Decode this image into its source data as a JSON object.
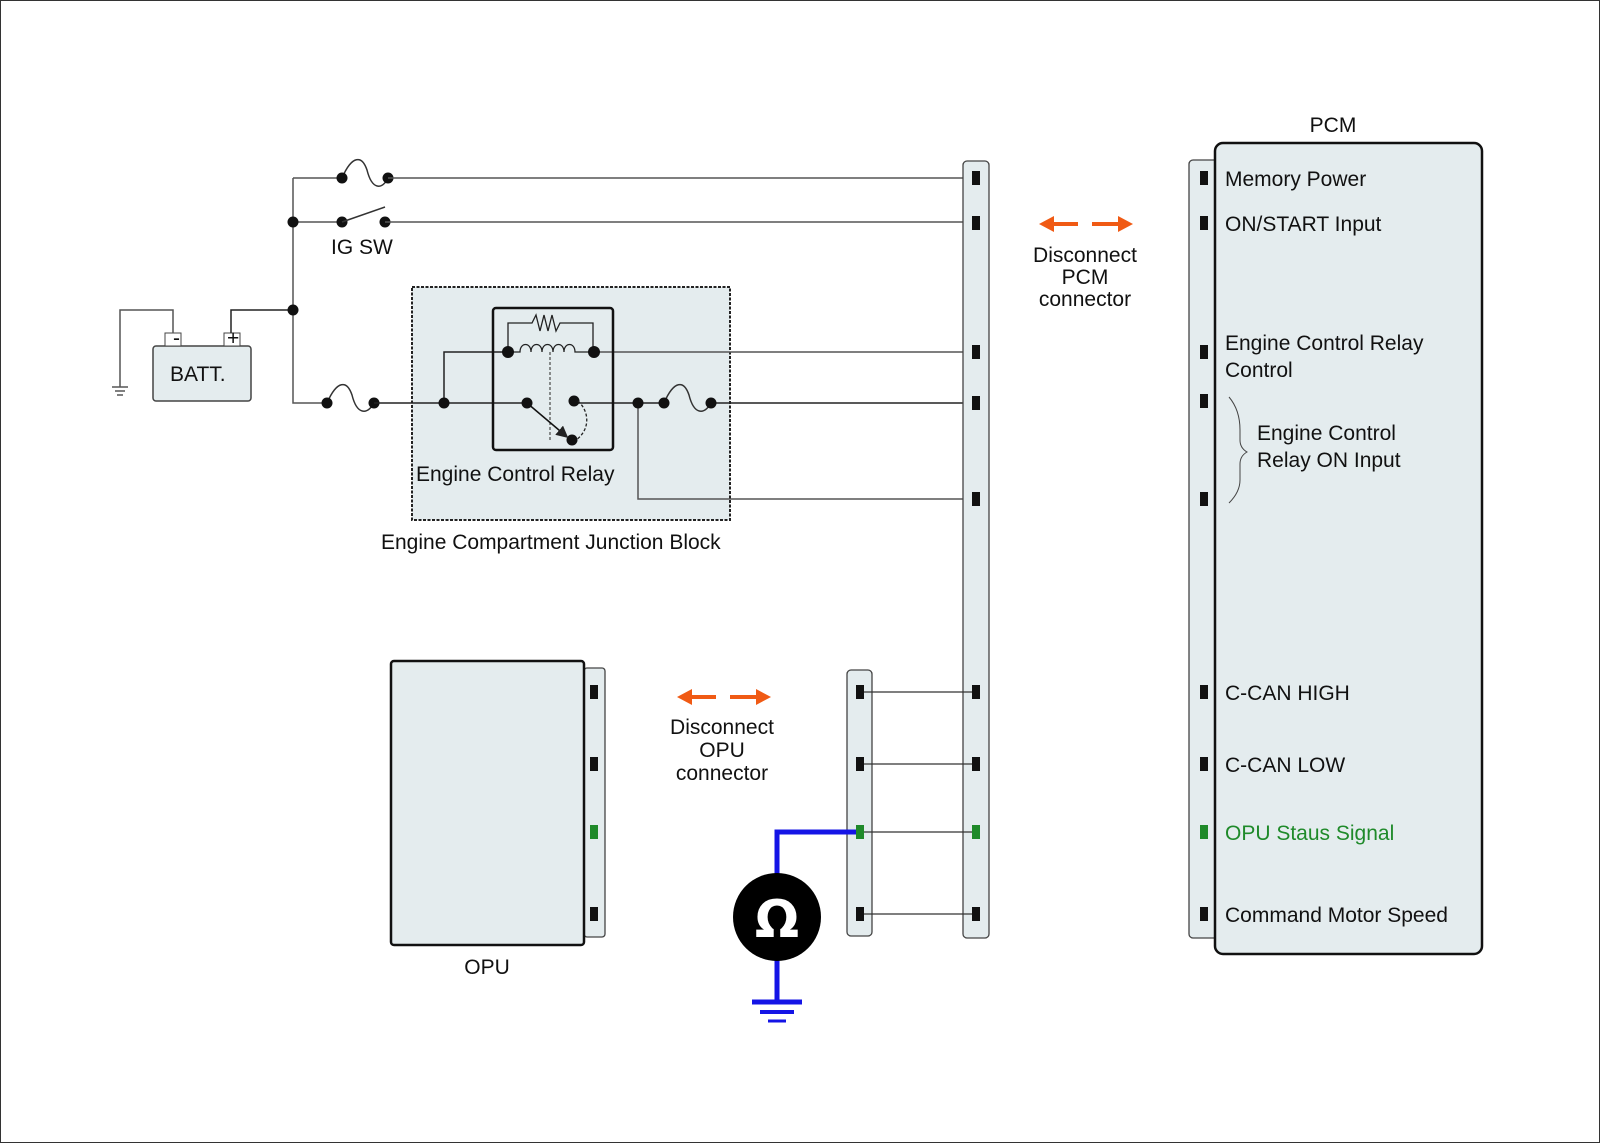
{
  "diagram": {
    "type": "wiring-diagram",
    "colors": {
      "wire": "#555555",
      "module_fill": "#e4ecee",
      "highlight_green": "#1f8a2a",
      "meter_wire_blue": "#1414e6",
      "disconnect_arrow": "#f05a14"
    },
    "battery": {
      "label": "BATT.",
      "neg": "-",
      "pos": "+"
    },
    "ig_switch": {
      "label": "IG SW"
    },
    "junction_block": {
      "label": "Engine Compartment Junction Block",
      "relay": {
        "label": "Engine Control Relay"
      }
    },
    "pcm": {
      "title": "PCM",
      "pins": [
        {
          "label": "Memory Power"
        },
        {
          "label": "ON/START  Input"
        },
        {
          "label": "Engine Control Relay",
          "label2": "Control"
        },
        {
          "label": "Engine Control",
          "label2": "Relay ON Input"
        },
        {
          "label": "C-CAN HIGH"
        },
        {
          "label": "C-CAN LOW"
        },
        {
          "label": "OPU Staus Signal",
          "highlight": true
        },
        {
          "label": "Command Motor Speed"
        }
      ]
    },
    "pcm_disconnect": {
      "line1": "Disconnect",
      "line2": "PCM",
      "line3": "connector"
    },
    "opu": {
      "title": "OPU"
    },
    "opu_disconnect": {
      "line1": "Disconnect",
      "line2": "OPU",
      "line3": "connector"
    },
    "meter": {
      "symbol": "Ω",
      "type": "ohmmeter"
    }
  }
}
